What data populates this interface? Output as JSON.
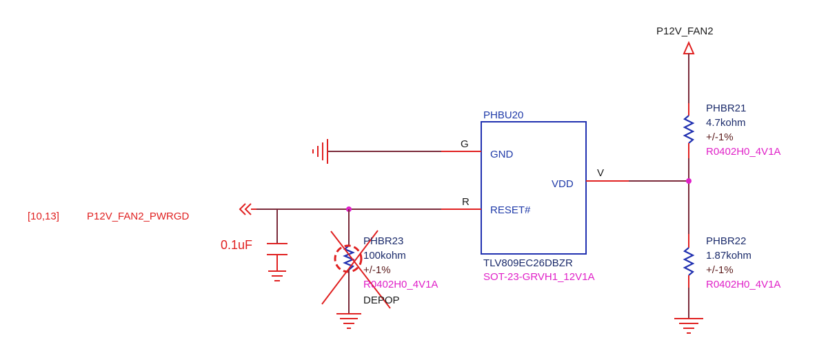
{
  "power": {
    "label": "P12V_FAN2"
  },
  "ic": {
    "refdes": "PHBU20",
    "part": "TLV809EC26DBZR",
    "footprint": "SOT-23-GRVH1_12V1A",
    "pins": [
      {
        "name": "GND",
        "net": "G"
      },
      {
        "name": "RESET#",
        "net": "R"
      },
      {
        "name": "VDD",
        "net": "V"
      }
    ]
  },
  "resistors": [
    {
      "refdes": "PHBR21",
      "value": "4.7kohm",
      "tolerance": "+/-1%",
      "footprint": "R0402H0_4V1A"
    },
    {
      "refdes": "PHBR22",
      "value": "1.87kohm",
      "tolerance": "+/-1%",
      "footprint": "R0402H0_4V1A"
    },
    {
      "refdes": "PHBR23",
      "value": "100kohm",
      "tolerance": "+/-1%",
      "footprint": "R0402H0_4V1A",
      "status": "DEPOP"
    }
  ],
  "capacitor": {
    "value": "0.1uF"
  },
  "offpage": {
    "pages": "[10,13]",
    "net": "P12V_FAN2_PWRGD"
  },
  "colors": {
    "wire": "#7a2a3a",
    "pin": "#e02020",
    "body": "#2030b0",
    "junction": "#e020c8",
    "footprint_text": "#e020c8"
  }
}
